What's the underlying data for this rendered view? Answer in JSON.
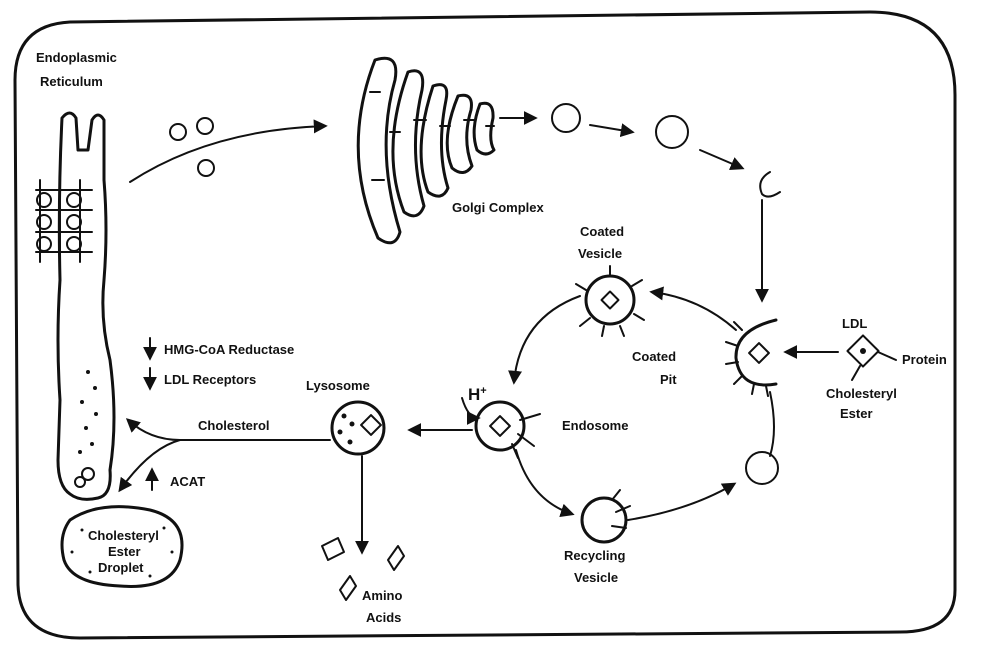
{
  "labels": {
    "er_line1": "Endoplasmic",
    "er_line2": "Reticulum",
    "golgi": "Golgi Complex",
    "coated_vesicle_line1": "Coated",
    "coated_vesicle_line2": "Vesicle",
    "ldl": "LDL",
    "protein": "Protein",
    "cholesteryl_ester_line1": "Cholesteryl",
    "cholesteryl_ester_line2": "Ester",
    "coated_pit_line1": "Coated",
    "coated_pit_line2": "Pit",
    "hmg_coa": "HMG-CoA Reductase",
    "ldl_receptors": "LDL Receptors",
    "lysosome": "Lysosome",
    "h_plus": "H",
    "h_plus_sup": "+",
    "endosome": "Endosome",
    "cholesterol": "Cholesterol",
    "acat": "ACAT",
    "droplet_line1": "Cholesteryl",
    "droplet_line2": "Ester",
    "droplet_line3": "Droplet",
    "recycling_line1": "Recycling",
    "recycling_line2": "Vesicle",
    "amino_line1": "Amino",
    "amino_line2": "Acids"
  },
  "arrows": {
    "hmg_coa_direction": "down",
    "ldl_receptors_direction": "down",
    "acat_direction": "up"
  }
}
